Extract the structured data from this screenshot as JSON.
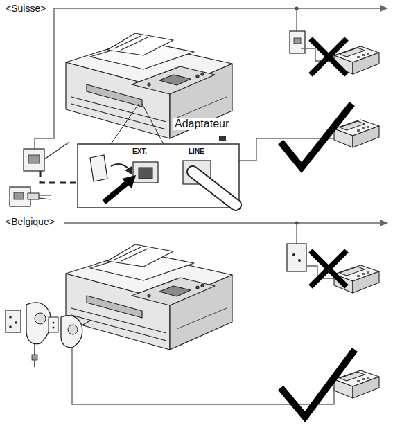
{
  "diagram": {
    "labels": [
      "<Suisse>",
      "Adaptateur",
      "EXT.",
      "LINE",
      "<Belgique>"
    ]
  }
}
